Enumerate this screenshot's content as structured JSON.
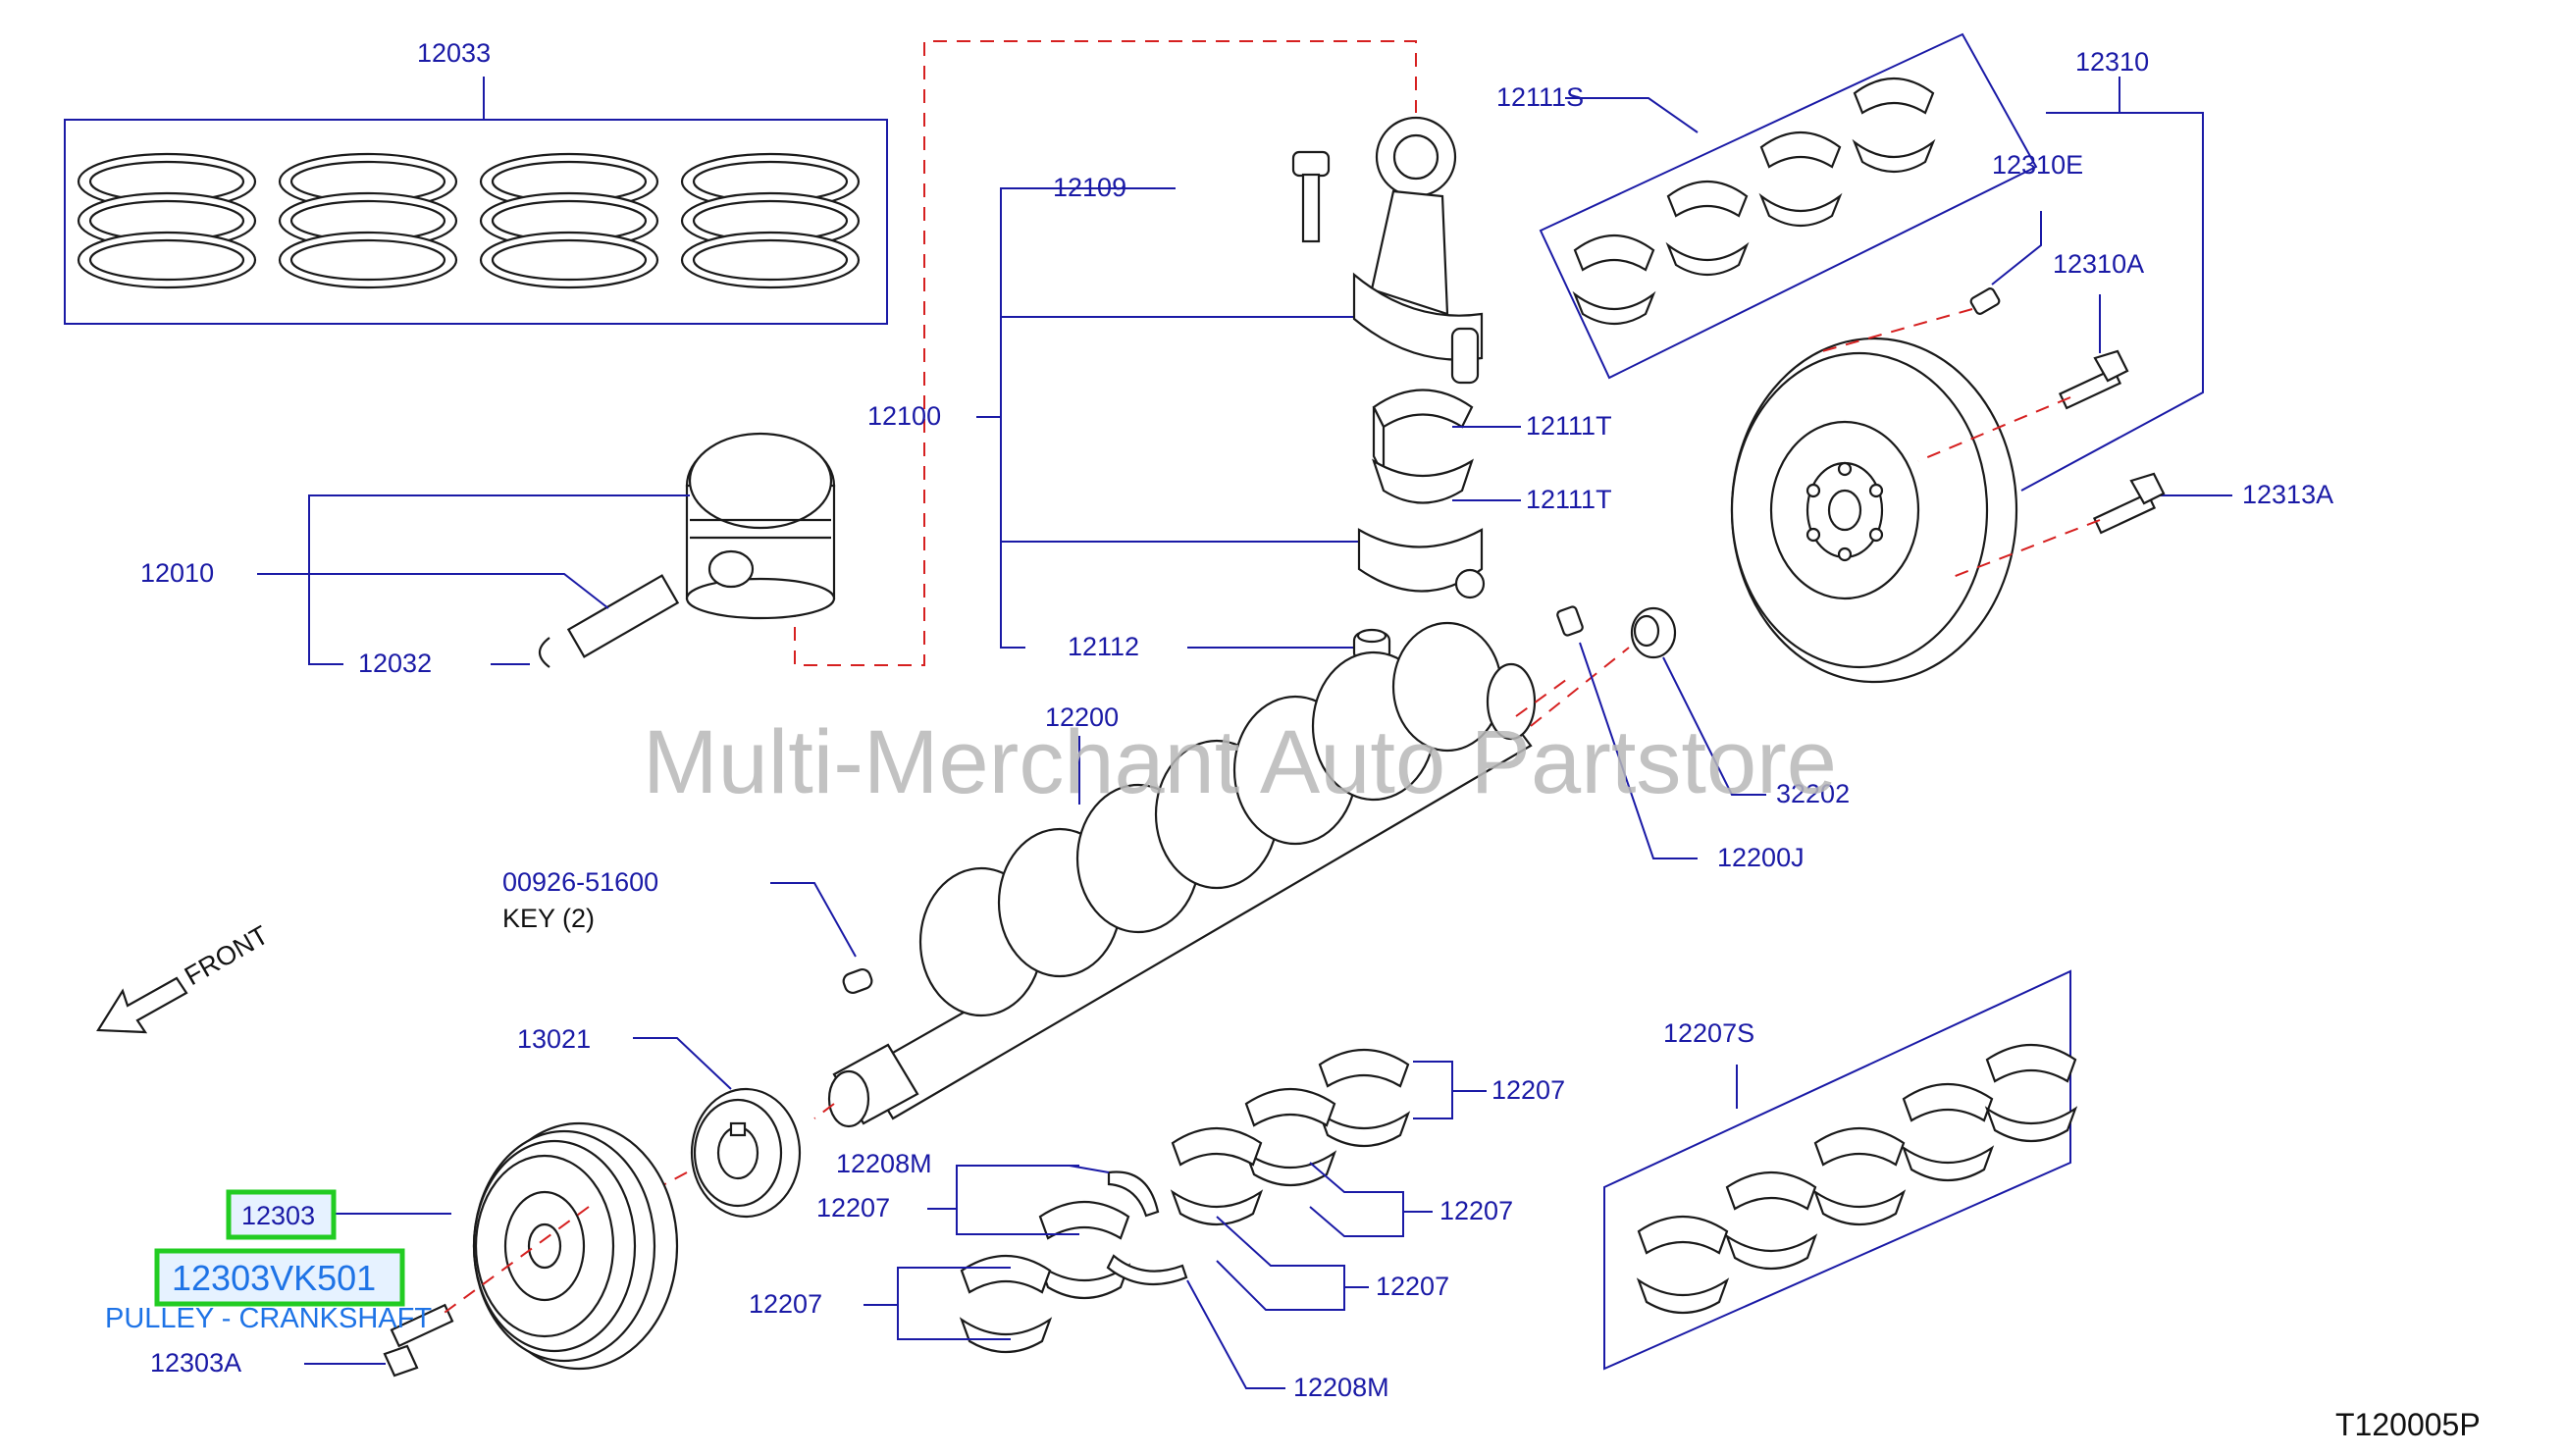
{
  "diagram_code": "T120005P",
  "watermark": "Multi-Merchant Auto Partstore",
  "front_label": "FRONT",
  "key_label": "KEY  (2)",
  "selected": {
    "part_number": "12303",
    "full_number": "12303VK501",
    "description": "PULLEY - CRANKSHAFT"
  },
  "labels": {
    "p12033": "12033",
    "p12111S": "12111S",
    "p12310": "12310",
    "p12310E": "12310E",
    "p12310A": "12310A",
    "p12313A": "12313A",
    "p12109": "12109",
    "p12100": "12100",
    "p12111T_a": "12111T",
    "p12111T_b": "12111T",
    "p12010": "12010",
    "p12032": "12032",
    "p12112": "12112",
    "p12200": "12200",
    "p32202": "32202",
    "p12200J": "12200J",
    "p00926": "00926-51600",
    "p13021": "13021",
    "p12207S": "12207S",
    "p12207_a": "12207",
    "p12207_b": "12207",
    "p12207_c": "12207",
    "p12207_d": "12207",
    "p12207_e": "12207",
    "p12208M_a": "12208M",
    "p12208M_b": "12208M",
    "p12303A": "12303A"
  }
}
